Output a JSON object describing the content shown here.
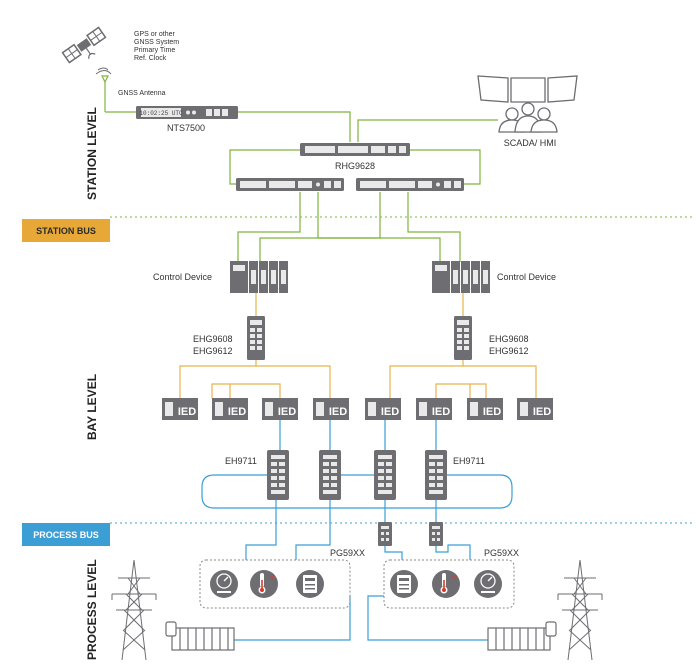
{
  "levels": {
    "station": "STATION LEVEL",
    "bay": "BAY LEVEL",
    "process": "PROCESS LEVEL"
  },
  "buses": {
    "station": "STATION BUS",
    "process": "PROCESS BUS"
  },
  "gnss": {
    "line1": "GPS or other",
    "line2": "GNSS System",
    "line3": "Primary Time",
    "line4": "Ref. Clock",
    "antenna": "GNSS Antenna"
  },
  "devices": {
    "clock_display": "10:02:25 UTC",
    "nts": "NTS7500",
    "rhg": "RHG9628",
    "scada": "SCADA/ HMI",
    "control_left": "Control Device",
    "control_right": "Control Device",
    "ehg_left_1": "EHG9608",
    "ehg_left_2": "EHG9612",
    "ehg_right_1": "EHG9608",
    "ehg_right_2": "EHG9612",
    "eh_left": "EH9711",
    "eh_right": "EH9711",
    "pg_left": "PG59XX",
    "pg_right": "PG59XX",
    "ied": "IED"
  },
  "colors": {
    "green": "#7fb53c",
    "yellow": "#e8b54a",
    "blue": "#3b9fd6",
    "station_bus_bg": "#e8a838",
    "process_bus_bg": "#3b9fd6",
    "device_gray": "#6d6d72",
    "thermo_red": "#d93a2b"
  }
}
